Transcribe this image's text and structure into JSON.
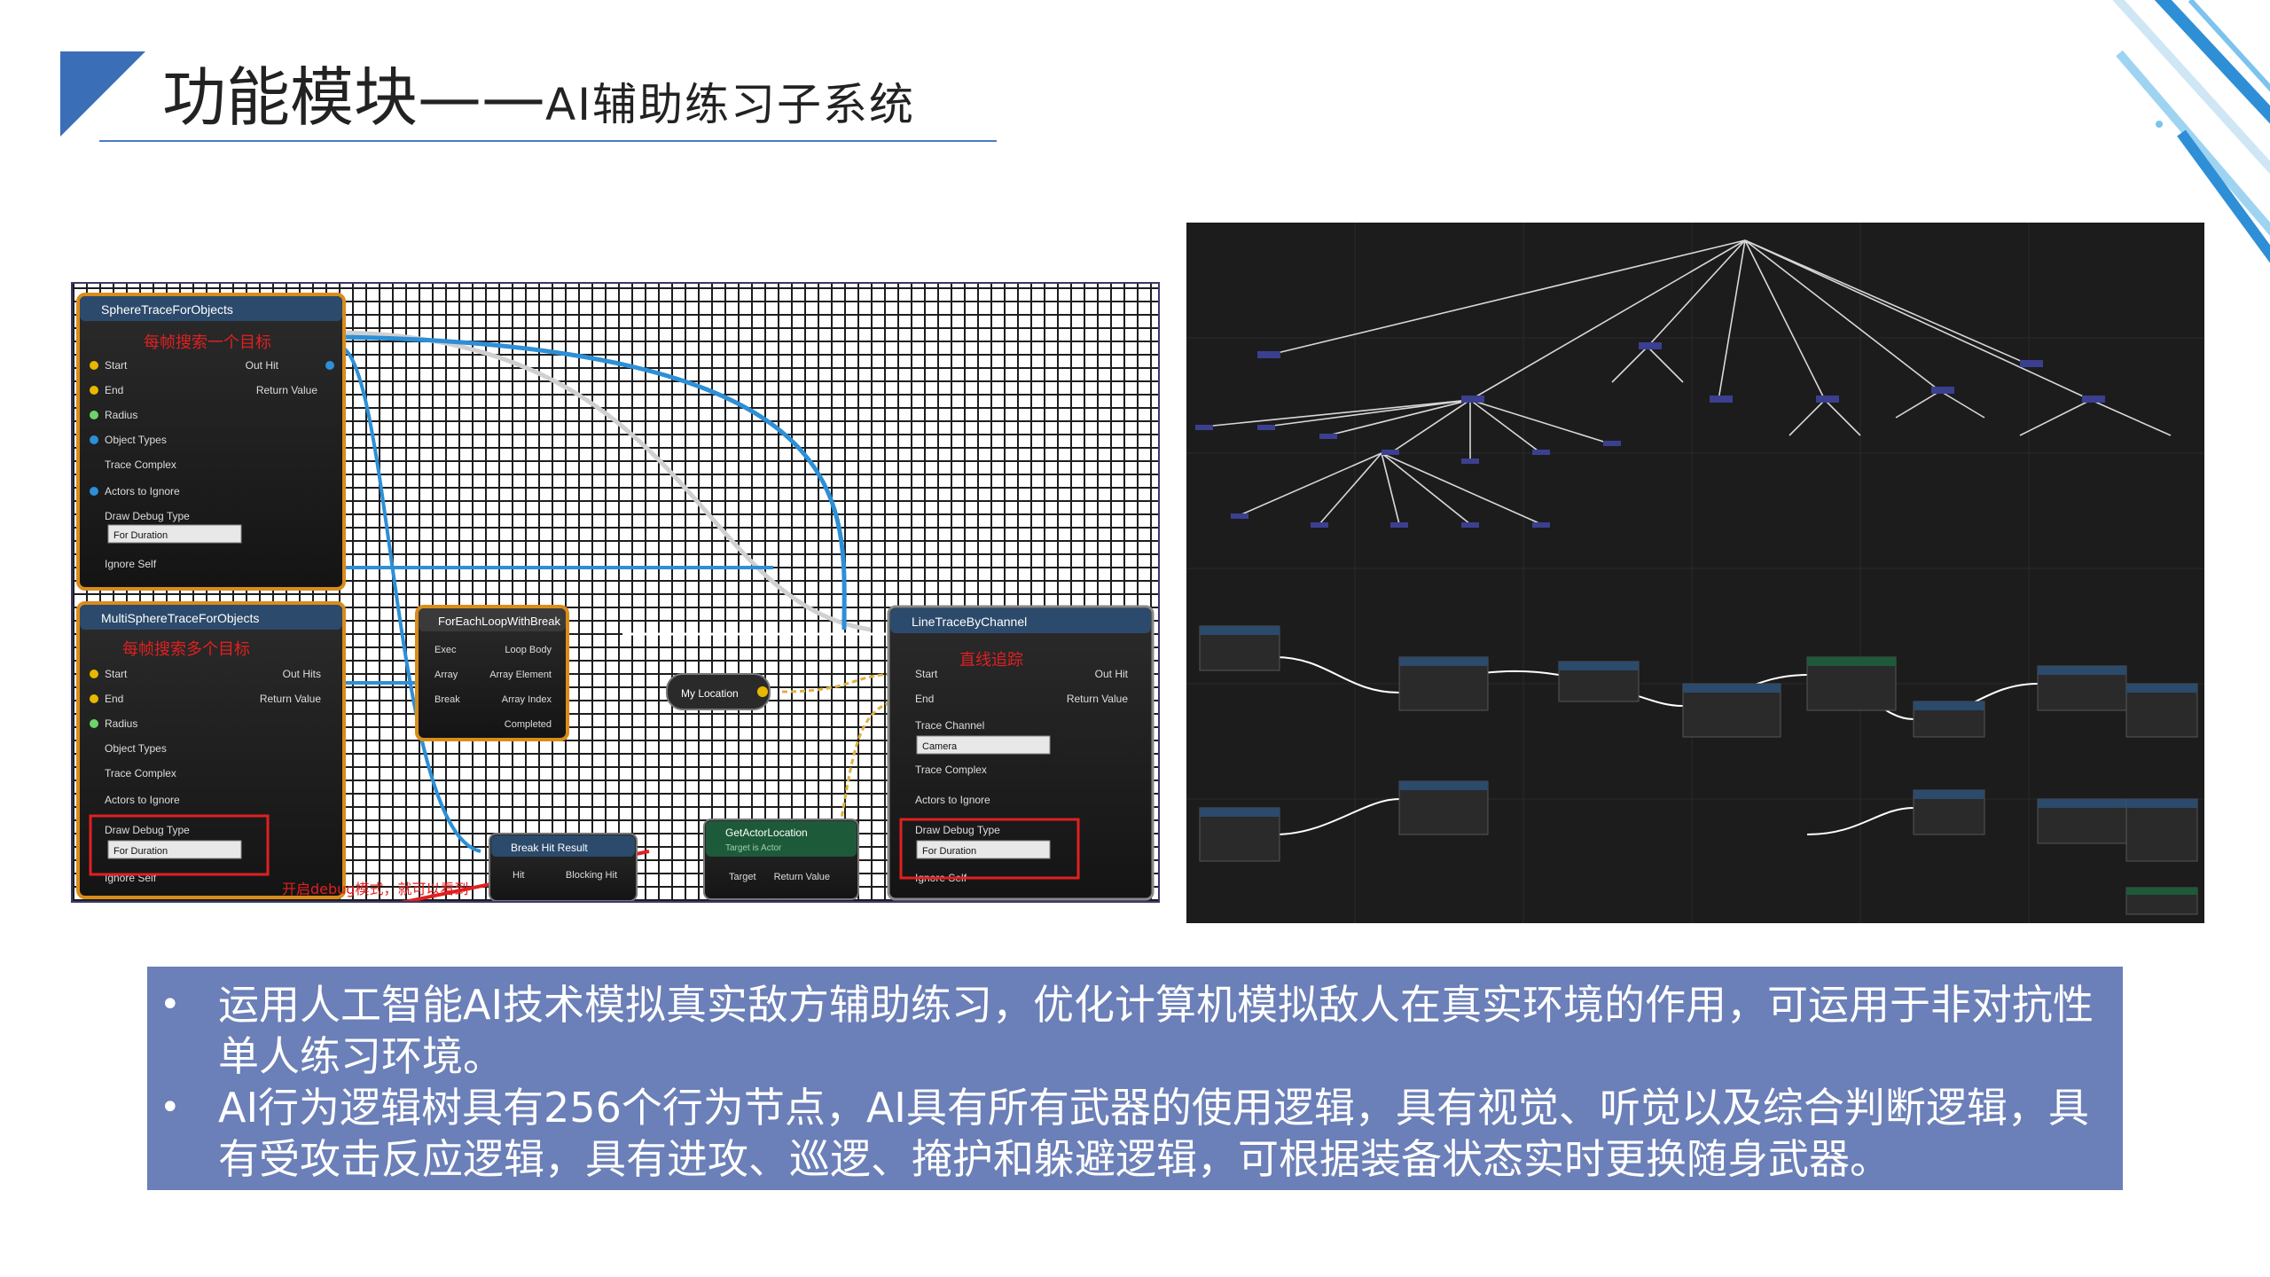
{
  "header": {
    "title_main": "功能模块——",
    "title_sub": "AI辅助练习子系统"
  },
  "left_screenshot": {
    "nodes": [
      {
        "title": "SphereTraceForObjects",
        "note": "每帧搜索一个目标"
      },
      {
        "title": "MultiSphereTraceForObjects",
        "note": "每帧搜索多个目标"
      },
      {
        "title": "ForEachLoopWithBreak"
      },
      {
        "title": "LineTraceByChannel",
        "note": "直线追踪"
      },
      {
        "title": "My Location"
      },
      {
        "title": "Break Hit Result"
      },
      {
        "title": "GetActorLocation"
      }
    ],
    "pins_trace": [
      "Start",
      "End",
      "Radius",
      "Object Types",
      "Trace Complex",
      "Actors to Ignore",
      "Draw Debug Type",
      "Ignore Self"
    ],
    "pins_trace_out_single": [
      "Out Hit",
      "Return Value"
    ],
    "pins_trace_out_multi": [
      "Out Hits",
      "Return Value"
    ],
    "pins_loop_in": [
      "Exec",
      "Array",
      "Break"
    ],
    "pins_loop_out": [
      "Loop Body",
      "Array Element",
      "Array Index",
      "Completed"
    ],
    "pins_line_in": [
      "Start",
      "End",
      "Trace Channel",
      "Trace Complex",
      "Actors to Ignore",
      "Draw Debug Type",
      "Ignore Self"
    ],
    "pins_line_out": [
      "Out Hit",
      "Return Value"
    ],
    "dropdown_duration": "For Duration",
    "dropdown_camera": "Camera",
    "pin_hit": "Hit",
    "pin_blocking_hit": "Blocking Hit",
    "pin_target": "Target",
    "pin_return_value": "Return Value",
    "target_is_actor": "Target is Actor",
    "annotation": "开启debug模式，就可以看到"
  },
  "bullets": [
    "运用人工智能AI技术模拟真实敌方辅助练习，优化计算机模拟敌人在真实环境的作用，可运用于非对抗性单人练习环境。",
    "AI行为逻辑树具有256个行为节点，AI具有所有武器的使用逻辑，具有视觉、听觉以及综合判断逻辑，具有受攻击反应逻辑，具有进攻、巡逻、掩护和躲避逻辑，可根据装备状态实时更换随身武器。"
  ],
  "colors": {
    "accent": "#3a6fb7",
    "bullet_box": "#6b7fb8",
    "node_border": "#d98c1a",
    "node_header": "#2c4a6b",
    "annotation_red": "#e02020"
  }
}
